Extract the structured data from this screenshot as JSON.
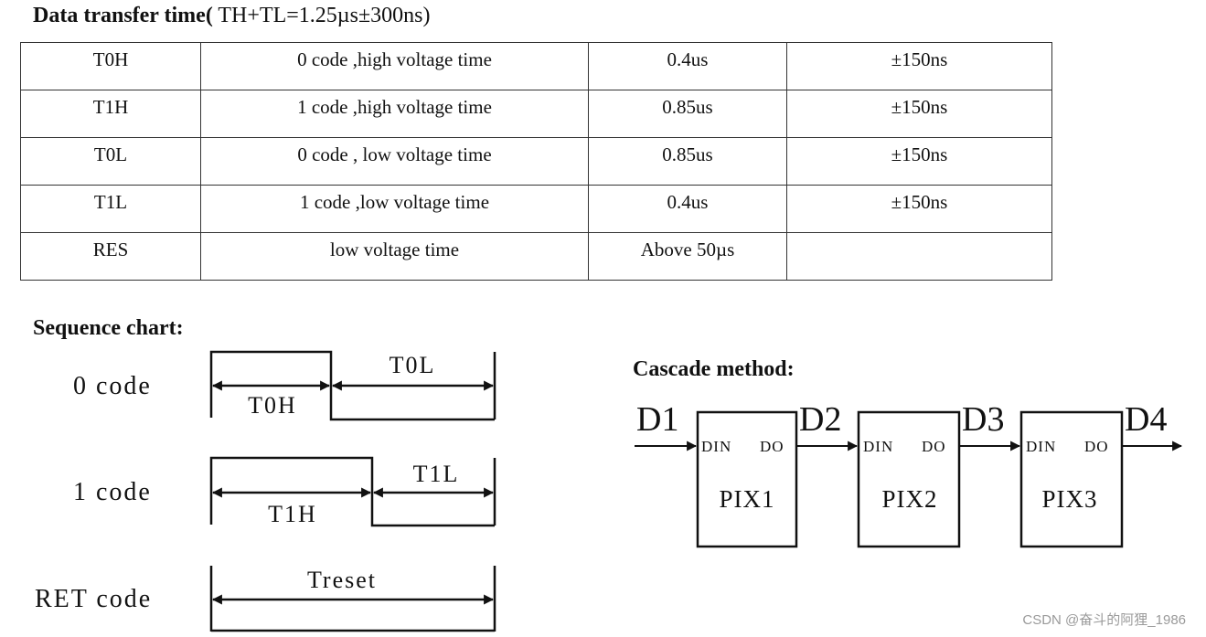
{
  "title": {
    "bold": "Data transfer time(",
    "normal": " TH+TL=1.25µs±300ns)"
  },
  "table": {
    "rows": [
      {
        "name": "T0H",
        "desc": "0 code ,high voltage time",
        "value": "0.4us",
        "tolerance": "±150ns"
      },
      {
        "name": "T1H",
        "desc": "1 code ,high voltage time",
        "value": "0.85us",
        "tolerance": "±150ns"
      },
      {
        "name": "T0L",
        "desc": "0 code , low voltage time",
        "value": "0.85us",
        "tolerance": "±150ns"
      },
      {
        "name": "T1L",
        "desc": "1 code ,low voltage time",
        "value": "0.4us",
        "tolerance": "±150ns"
      },
      {
        "name": "RES",
        "desc": "low voltage time",
        "value": "Above 50µs",
        "tolerance": ""
      }
    ]
  },
  "sequence": {
    "title": "Sequence chart:",
    "code0": {
      "label": "0 code",
      "high": "T0H",
      "low": "T0L"
    },
    "code1": {
      "label": "1 code",
      "high": "T1H",
      "low": "T1L"
    },
    "ret": {
      "label": "RET code",
      "period": "Treset"
    }
  },
  "cascade": {
    "title": "Cascade method:",
    "signals": [
      "D1",
      "D2",
      "D3",
      "D4"
    ],
    "pin_in": "DIN",
    "pin_out": "DO",
    "chips": [
      "PIX1",
      "PIX2",
      "PIX3"
    ]
  },
  "watermark": "CSDN @奋斗的阿狸_1986"
}
